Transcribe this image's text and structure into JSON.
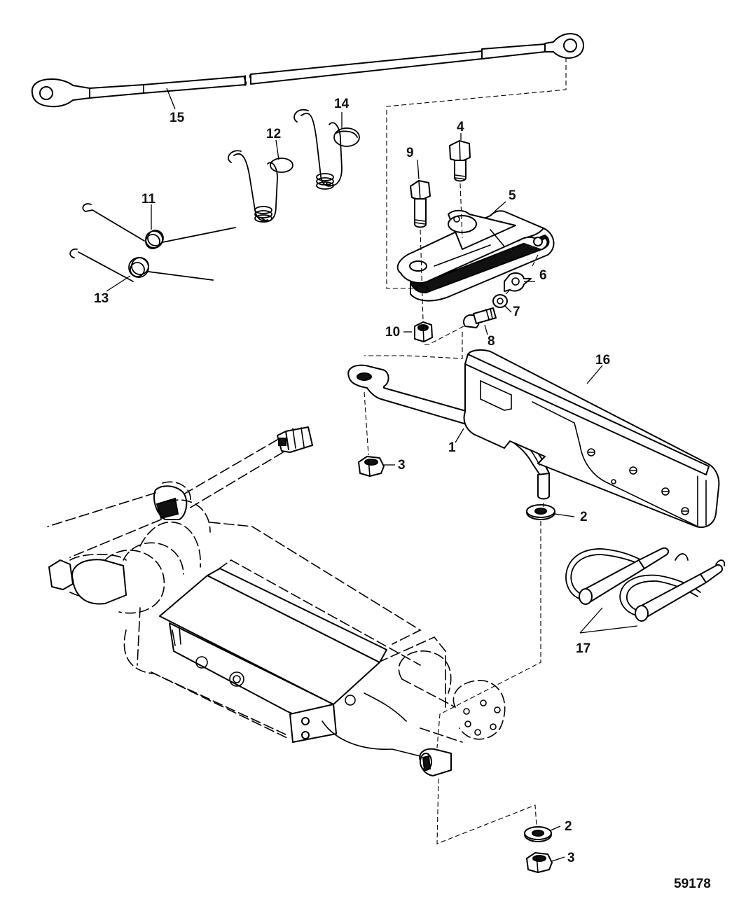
{
  "figure_number": "59178",
  "callouts": [
    {
      "id": "c15",
      "label": "15"
    },
    {
      "id": "c14",
      "label": "14"
    },
    {
      "id": "c12",
      "label": "12"
    },
    {
      "id": "c11",
      "label": "11"
    },
    {
      "id": "c13",
      "label": "13"
    },
    {
      "id": "c9",
      "label": "9"
    },
    {
      "id": "c4",
      "label": "4"
    },
    {
      "id": "c5",
      "label": "5"
    },
    {
      "id": "c6",
      "label": "6"
    },
    {
      "id": "c7",
      "label": "7"
    },
    {
      "id": "c8",
      "label": "8"
    },
    {
      "id": "c10",
      "label": "10"
    },
    {
      "id": "c16",
      "label": "16"
    },
    {
      "id": "c1",
      "label": "1"
    },
    {
      "id": "c3a",
      "label": "3"
    },
    {
      "id": "c2a",
      "label": "2"
    },
    {
      "id": "c17",
      "label": "17"
    },
    {
      "id": "c2b",
      "label": "2"
    },
    {
      "id": "c3b",
      "label": "3"
    }
  ]
}
